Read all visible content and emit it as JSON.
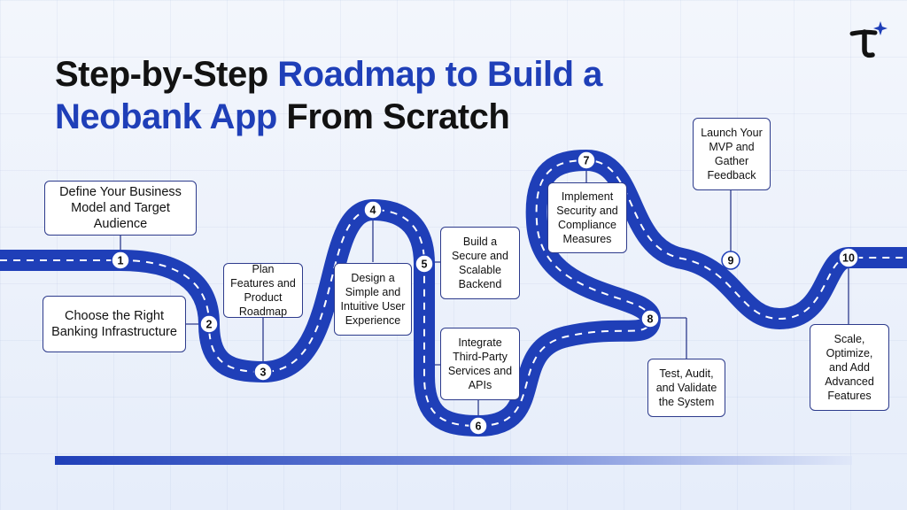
{
  "title": {
    "line1_plain": "Step-by-Step ",
    "line1_accent": "Roadmap to Build a",
    "line2_accent": "Neobank App",
    "line2_plain": " From Scratch"
  },
  "logo": {
    "icon": "brand-t-logo-icon",
    "letter": "t",
    "color": "#121212",
    "star_color": "#1f3fb8"
  },
  "colors": {
    "road": "#1f3fb8",
    "dash": "#ffffff",
    "accent": "#1f3fb8",
    "box_border": "#2d3b8c"
  },
  "steps": [
    {
      "number": "1",
      "label": "Define Your Business Model and Target Audience"
    },
    {
      "number": "2",
      "label": "Choose the Right Banking Infrastructure"
    },
    {
      "number": "3",
      "label": "Plan Features and Product Roadmap"
    },
    {
      "number": "4",
      "label": "Design a Simple and Intuitive User Experience"
    },
    {
      "number": "5",
      "label": "Build a Secure and Scalable Backend"
    },
    {
      "number": "6",
      "label": "Integrate Third-Party Services and APIs"
    },
    {
      "number": "7",
      "label": "Implement Security and Compliance Measures"
    },
    {
      "number": "8",
      "label": "Test, Audit, and Validate the System"
    },
    {
      "number": "9",
      "label": "Launch Your MVP and Gather Feedback"
    },
    {
      "number": "10",
      "label": "Scale, Optimize, and Add Advanced Features"
    }
  ]
}
